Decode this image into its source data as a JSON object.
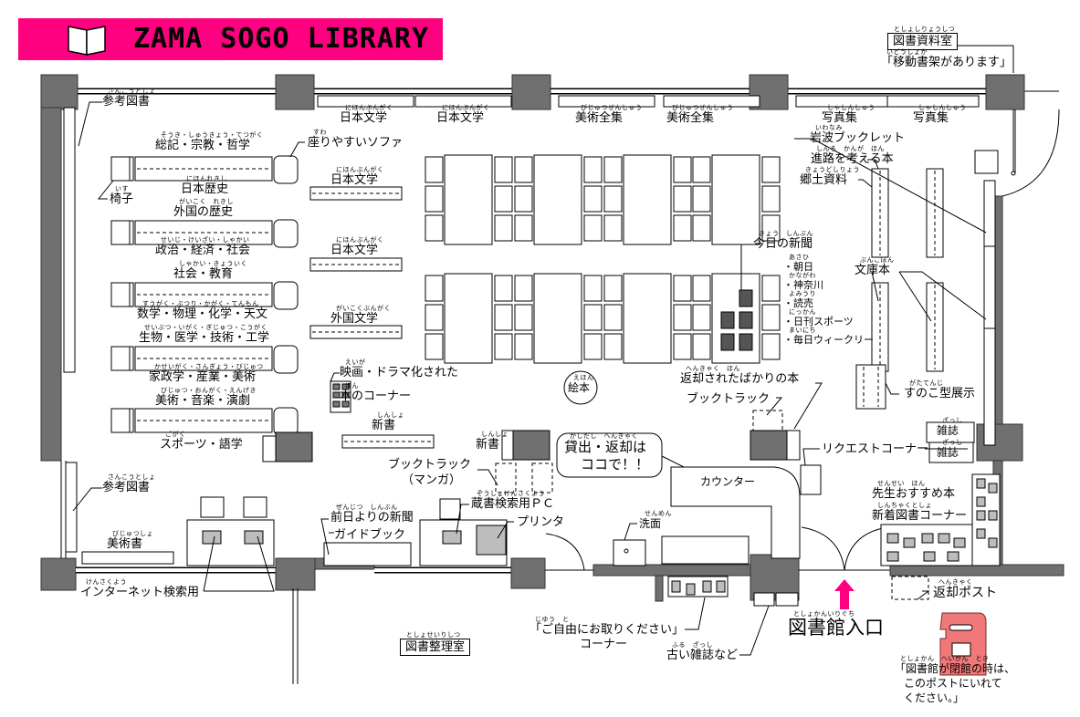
{
  "title": {
    "text": "ZAMA SOGO LIBRARY",
    "color": "#FF0080",
    "icon": "open-book-icon"
  },
  "colors": {
    "wall": "#707070",
    "arrow": "#FF0080",
    "post_box": "#F07878",
    "device": "#BDBDBD"
  },
  "labels": {
    "shiryo": {
      "text": "図書資料室",
      "ruby": "としょしりょうしつ"
    },
    "idou": {
      "text": "「移動書架があります」",
      "ruby": "いどうしょか"
    },
    "ref1": {
      "text": "参考図書",
      "ruby": "さんこうとしょ"
    },
    "soki": {
      "text": "総記・宗教・哲学",
      "ruby": "そうき・しゅうきょう・てつがく"
    },
    "sofa": {
      "text": "座りやすいソファ",
      "ruby": "すわ"
    },
    "isu": {
      "text": "椅子",
      "ruby": "いす"
    },
    "nihon_rekishi": {
      "text": "日本歴史",
      "ruby": "にほんれきし"
    },
    "gaikoku_rekishi": {
      "text": "外国の歴史",
      "ruby": "がいこく　れきし"
    },
    "seiji": {
      "text": "政治・経済・社会",
      "ruby": "せいじ・けいざい・しゃかい"
    },
    "shakai": {
      "text": "社会・教育",
      "ruby": "しゃかい・きょういく"
    },
    "sugaku": {
      "text": "数学・物理・化学・天文",
      "ruby": "すうがく・ぶつり・かがく・てんもん"
    },
    "seibutsu": {
      "text": "生物・医学・技術・工学",
      "ruby": "せいぶつ・いがく・ぎじゅつ・こうがく"
    },
    "kasei": {
      "text": "家政学・産業・美術",
      "ruby": "かせいがく・さんぎょう・びじゅつ"
    },
    "bijutsu_ongaku": {
      "text": "美術・音楽・演劇",
      "ruby": "びじゅつ・おんがく・えんげき"
    },
    "sports": {
      "text": "スポーツ・語学",
      "ruby": "ごがく"
    },
    "nb_top1": {
      "text": "日本文学",
      "ruby": "にほんぶんがく"
    },
    "nb_top2": {
      "text": "日本文学",
      "ruby": "にほんぶんがく"
    },
    "bz1": {
      "text": "美術全集",
      "ruby": "びじゅつぜんしゅう"
    },
    "bz2": {
      "text": "美術全集",
      "ruby": "びじゅつぜんしゅう"
    },
    "sh1": {
      "text": "写真集",
      "ruby": "しゃしんしゅう"
    },
    "sh2": {
      "text": "写真集",
      "ruby": "しゃしんしゅう"
    },
    "nb_mid1": {
      "text": "日本文学",
      "ruby": "にほんぶんがく"
    },
    "nb_mid2": {
      "text": "日本文学",
      "ruby": "にほんぶんがく"
    },
    "gb": {
      "text": "外国文学",
      "ruby": "がいこくぶんがく"
    },
    "eiga1": {
      "text": "映画・ドラマ化された",
      "ruby": "えいが"
    },
    "eiga2": {
      "text": "本のコーナー",
      "ruby": "ほん"
    },
    "shinsho1": {
      "text": "新書",
      "ruby": "しんしょ"
    },
    "shinsho2": {
      "text": "新書",
      "ruby": "しんしょ"
    },
    "ehon": {
      "text": "絵本",
      "ruby": "えほん"
    },
    "iwanami": {
      "text": "岩波ブックレット",
      "ruby": "いわなみ"
    },
    "shinro": {
      "text": "進路を考える本",
      "ruby": "しんろ　かんが　ほん"
    },
    "kyodo": {
      "text": "郷土資料",
      "ruby": "きょうどしりょう"
    },
    "kyo": {
      "text": "今日の新聞",
      "ruby": "きょう　しんぶん"
    },
    "bunko": {
      "text": "文庫本",
      "ruby": "ぶんこぼん"
    },
    "sunoko": {
      "text": "すのこ型展示",
      "ruby": "がたてんじ"
    },
    "henkyaku_sareta": {
      "text": "返却されたばかりの本",
      "ruby": "へんきゃく　ほん"
    },
    "booktrack": {
      "text": "ブックトラック",
      "ruby": ""
    },
    "zasshi1": {
      "text": "雑誌",
      "ruby": "ざっし"
    },
    "zasshi2": {
      "text": "雑誌",
      "ruby": "ざっし"
    },
    "request": {
      "text": "リクエストコーナー",
      "ruby": ""
    },
    "bubble1": {
      "text": "貸出・返却は",
      "ruby": "かしだし　へんきゃく"
    },
    "bubble2": {
      "text": "ココで！！",
      "ruby": ""
    },
    "counter": {
      "text": "カウンター",
      "ruby": ""
    },
    "sensei": {
      "text": "先生おすすめ本",
      "ruby": "せんせい　ほん"
    },
    "shinchaku": {
      "text": "新着図書コーナー",
      "ruby": "しんちゃくとしょ"
    },
    "senmen": {
      "text": "洗面",
      "ruby": "せんめん"
    },
    "zenjitsu": {
      "text": "前日よりの新聞",
      "ruby": "ぜんじつ　しんぶん"
    },
    "guide": {
      "text": "ガイドブック",
      "ruby": ""
    },
    "zosho": {
      "text": "蔵書検索用ＰＣ",
      "ruby": "ぞうしょけんさくよう"
    },
    "printer": {
      "text": "プリンタ",
      "ruby": ""
    },
    "bt_manga1": {
      "text": "ブックトラック",
      "ruby": ""
    },
    "bt_manga2": {
      "text": "（マンガ）",
      "ruby": ""
    },
    "ref2": {
      "text": "参考図書",
      "ruby": "さんこうとしょ"
    },
    "bijutsusho": {
      "text": "美術書",
      "ruby": "びじゅつしょ"
    },
    "internet": {
      "text": "インターネット検索用",
      "ruby": "けんさくよう"
    },
    "seiri": {
      "text": "図書整理室",
      "ruby": "としょせいりしつ"
    },
    "gojiyu1": {
      "text": "「ご自由にお取りください」",
      "ruby": "じゆう　と"
    },
    "gojiyu2": {
      "text": "コーナー",
      "ruby": ""
    },
    "furui": {
      "text": "古い雑誌など",
      "ruby": "ふる　ざっし"
    },
    "entrance": {
      "text": "図書館入口",
      "ruby": "としょかんいりぐち"
    },
    "post": {
      "text": "返却ポスト",
      "ruby": "へんきゃく"
    },
    "note1": {
      "text": "「図書館が閉館の時は、",
      "ruby": "としょかん　へいかん　とき"
    },
    "note2": {
      "text": "このポストにいれて",
      "ruby": ""
    },
    "note3": {
      "text": "ください。」",
      "ruby": ""
    }
  },
  "newspapers": [
    {
      "text": "・朝日",
      "ruby": "あさひ"
    },
    {
      "text": "・神奈川",
      "ruby": "かながわ"
    },
    {
      "text": "・読売",
      "ruby": "よみうり"
    },
    {
      "text": "・日刊スポーツ",
      "ruby": "にっかん"
    },
    {
      "text": "・毎日ウィークリー",
      "ruby": "まいにち"
    }
  ]
}
